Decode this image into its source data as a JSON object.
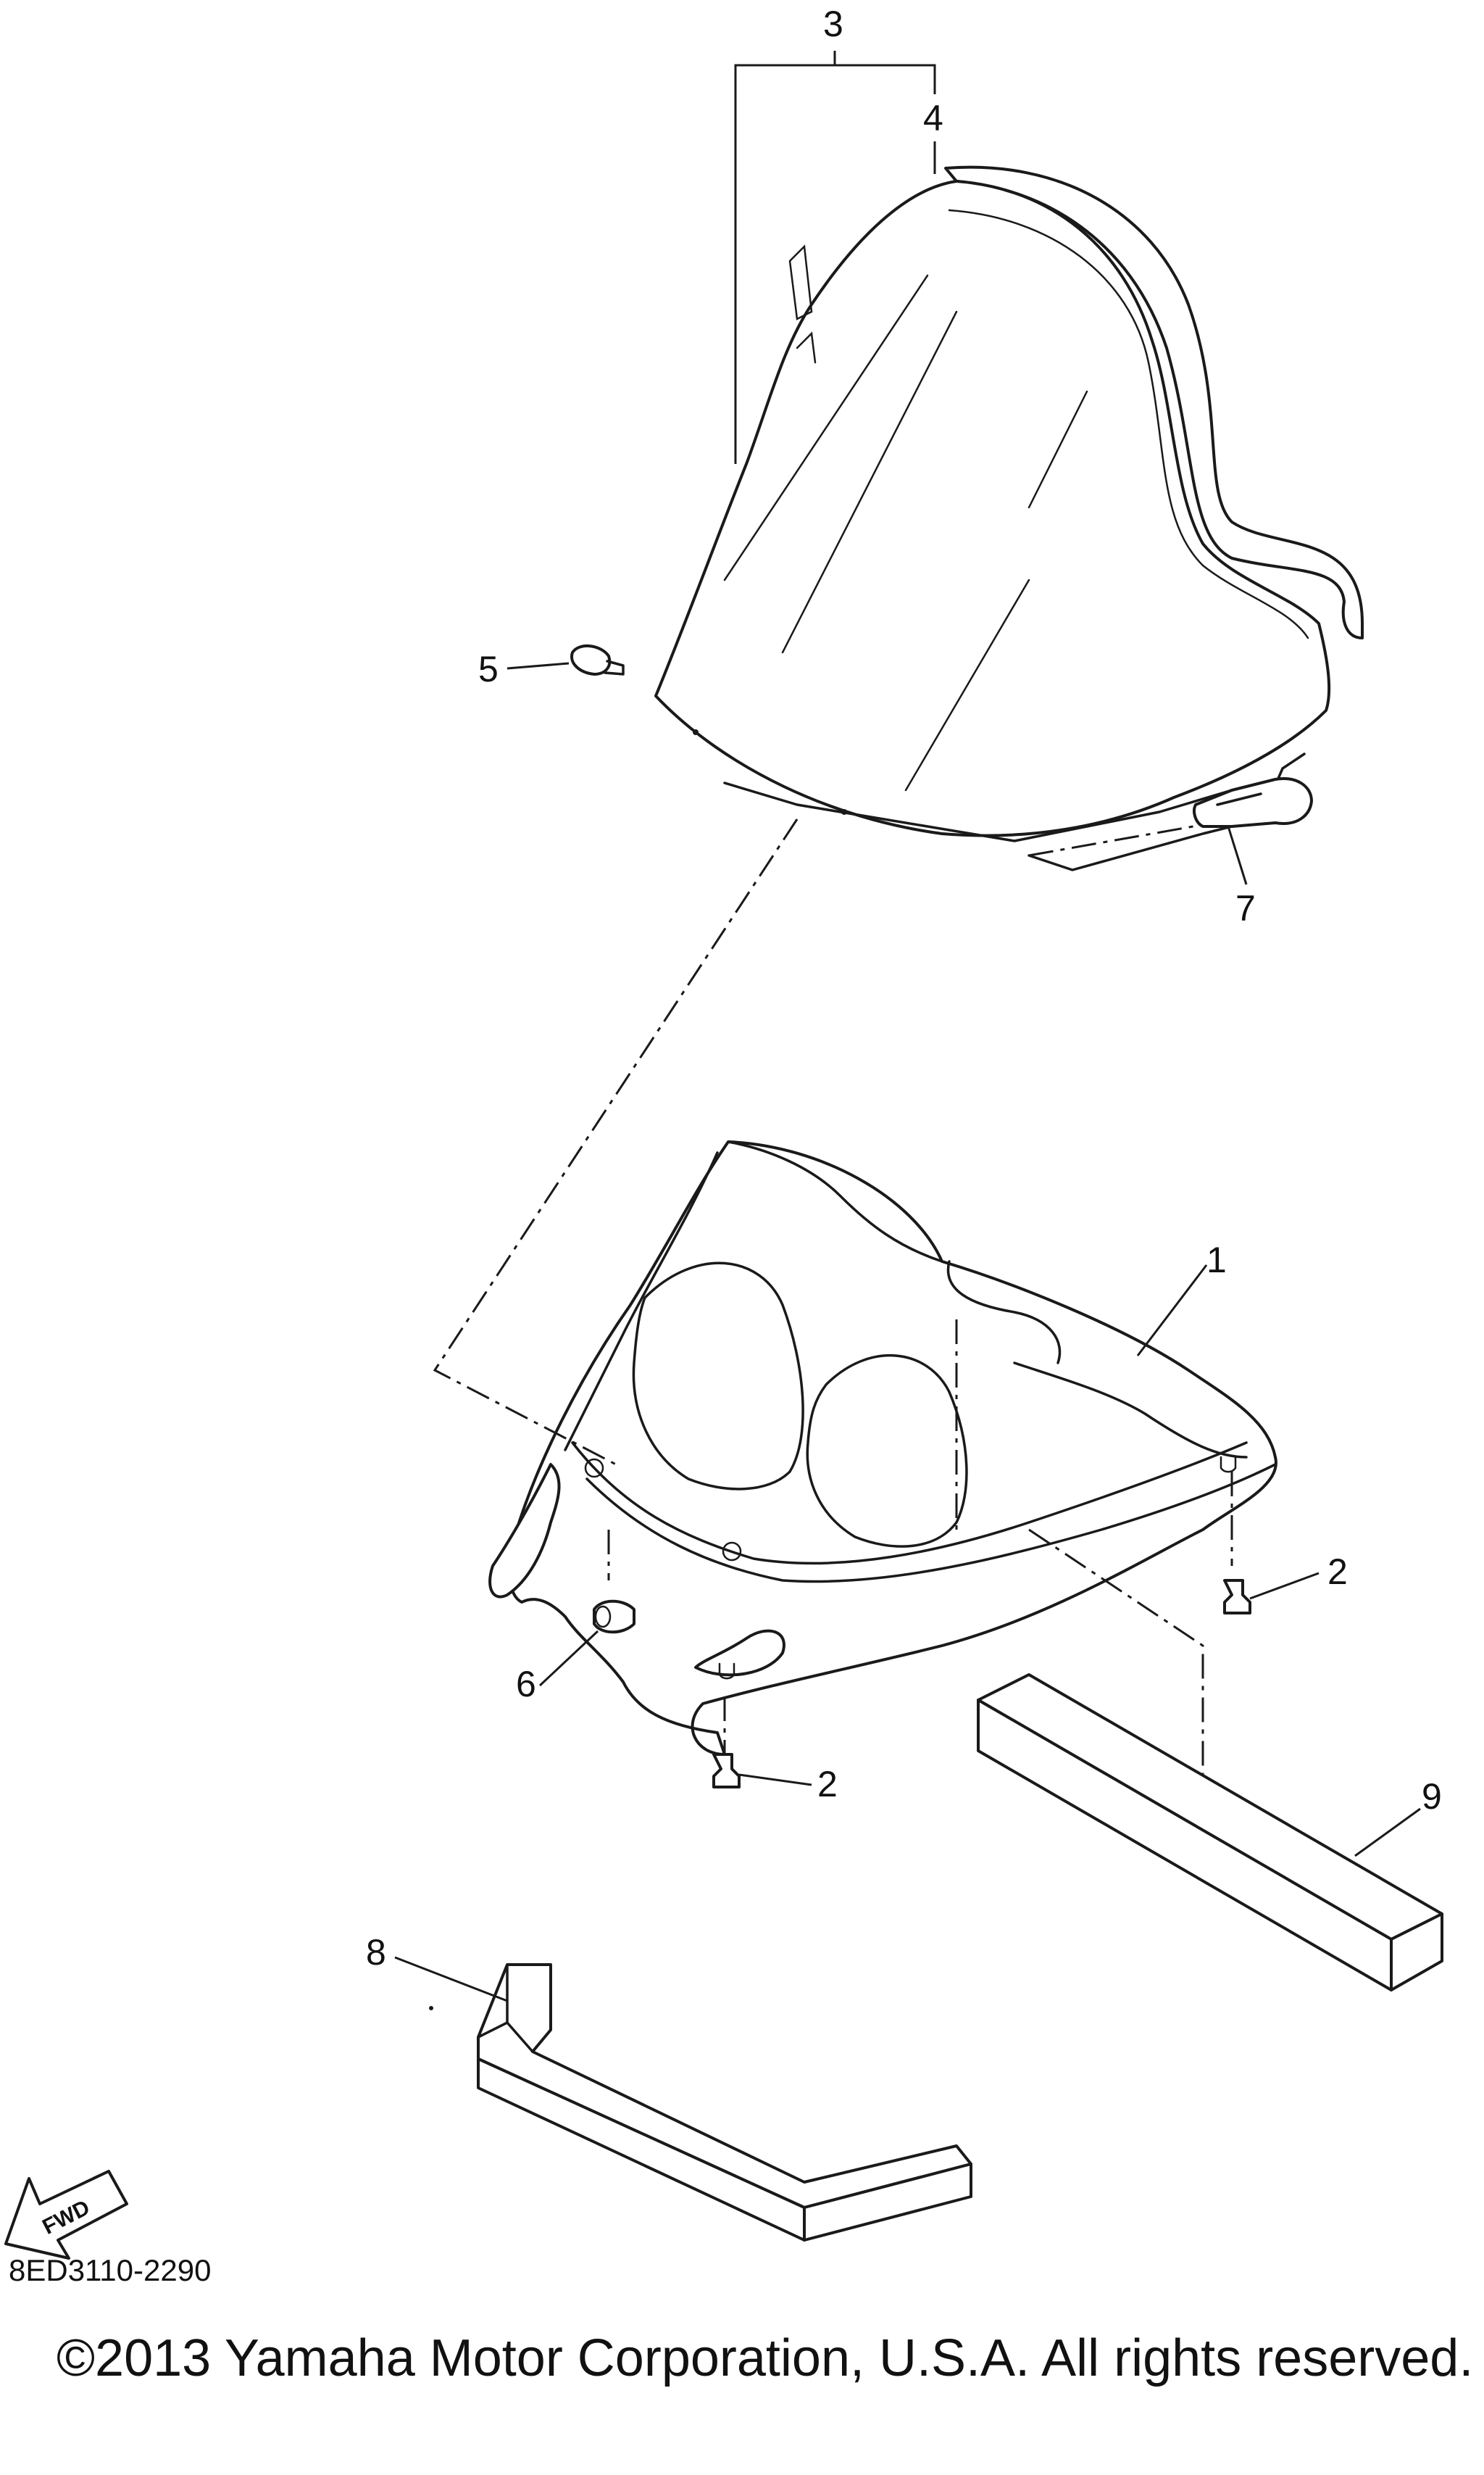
{
  "diagram": {
    "callouts": {
      "c1": "1",
      "c2a": "2",
      "c2b": "2",
      "c3": "3",
      "c4": "4",
      "c5": "5",
      "c6": "6",
      "c7": "7",
      "c8": "8",
      "c9": "9"
    },
    "fwd_label": "FWD"
  },
  "footer": {
    "part_code": "8ED3110-2290",
    "copyright": "©2013 Yamaha Motor Corporation, U.S.A. All rights reserved."
  }
}
